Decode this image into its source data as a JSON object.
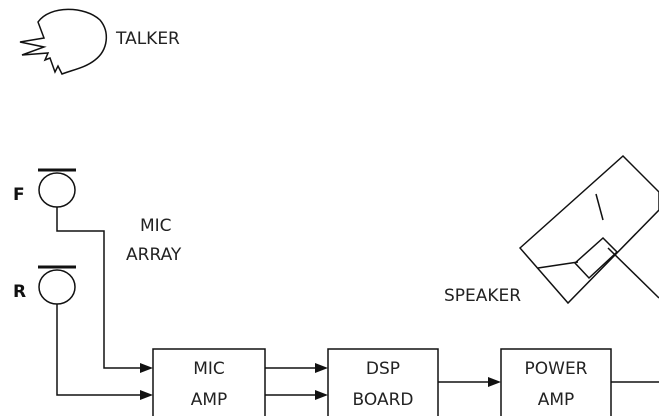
{
  "talker": {
    "label": "TALKER"
  },
  "mic_array": {
    "label_line1": "MIC",
    "label_line2": "ARRAY",
    "front_label": "F",
    "rear_label": "R"
  },
  "blocks": {
    "mic_amp": {
      "line1": "MIC",
      "line2": "AMP"
    },
    "dsp_board": {
      "line1": "DSP",
      "line2": "BOARD"
    },
    "power_amp": {
      "line1": "POWER",
      "line2": "AMP"
    }
  },
  "speaker": {
    "label": "SPEAKER"
  }
}
